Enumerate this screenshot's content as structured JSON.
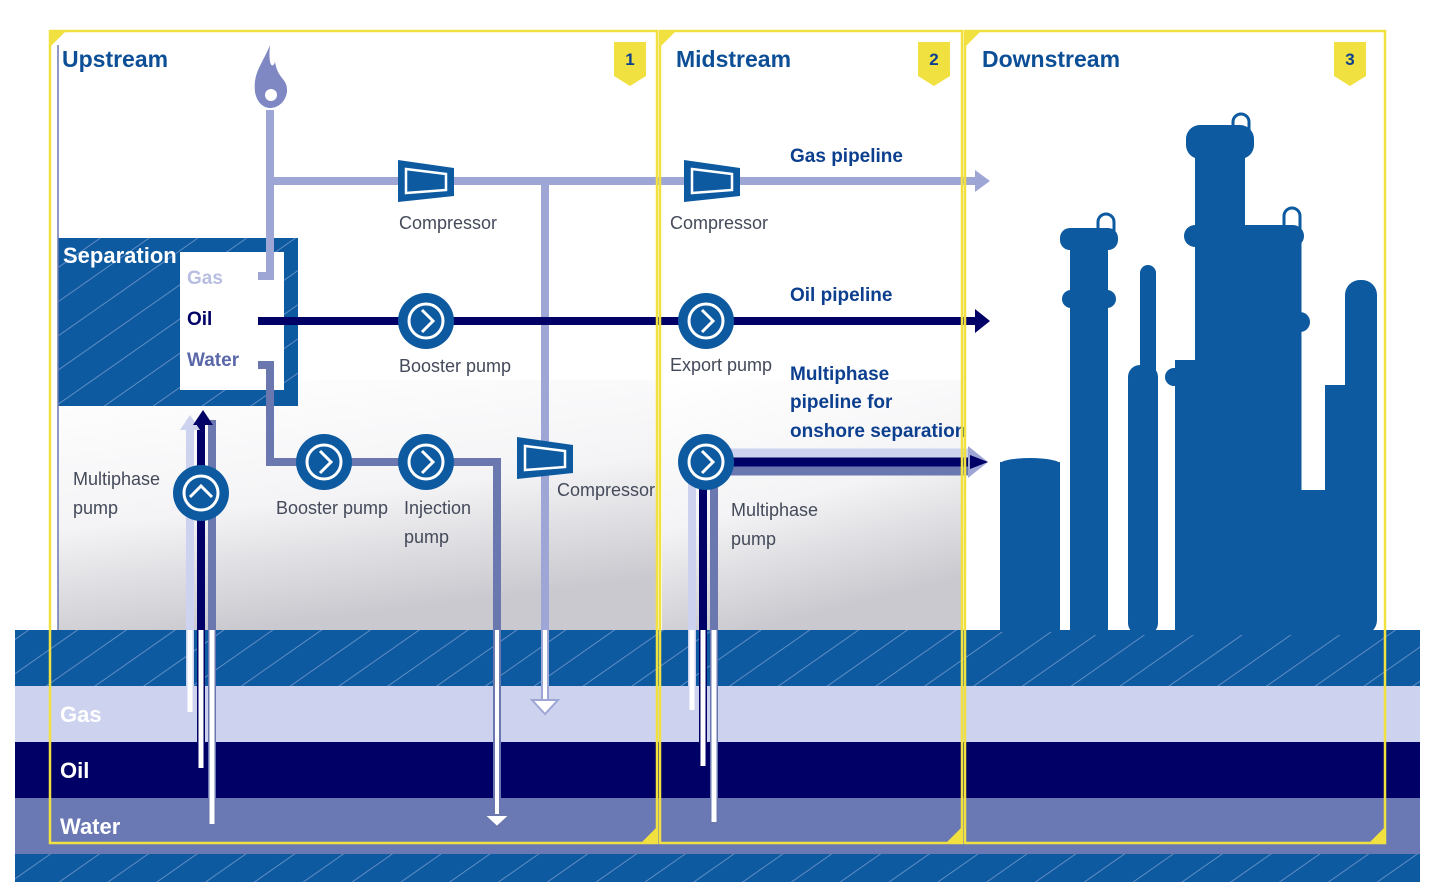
{
  "sections": [
    {
      "title": "Upstream",
      "number": "1"
    },
    {
      "title": "Midstream",
      "number": "2"
    },
    {
      "title": "Downstream",
      "number": "3"
    }
  ],
  "separation": {
    "title": "Separation",
    "outputs": [
      "Gas",
      "Oil",
      "Water"
    ]
  },
  "equipment": {
    "compressor_1": "Compressor",
    "compressor_2": "Compressor",
    "compressor_3": "Compressor",
    "booster_pump_1": "Booster pump",
    "booster_pump_2": "Booster pump",
    "injection_pump": [
      "Injection",
      "pump"
    ],
    "multiphase_pump_1": [
      "Multiphase",
      "pump"
    ],
    "export_pump": "Export pump",
    "multiphase_pump_2": [
      "Multiphase",
      "pump"
    ]
  },
  "pipelines": {
    "gas": "Gas pipeline",
    "oil": "Oil pipeline",
    "multiphase": [
      "Multiphase",
      "pipeline for",
      "onshore separation"
    ]
  },
  "reservoir_layers": [
    "Gas",
    "Oil",
    "Water"
  ],
  "colors": {
    "dark_blue": "#0d5aa0",
    "navy": "#000066",
    "gas": "#cdd3ee",
    "water": "#6a78b4",
    "pipe_gas": "#9ea6d6",
    "frame": "#f0e040"
  }
}
